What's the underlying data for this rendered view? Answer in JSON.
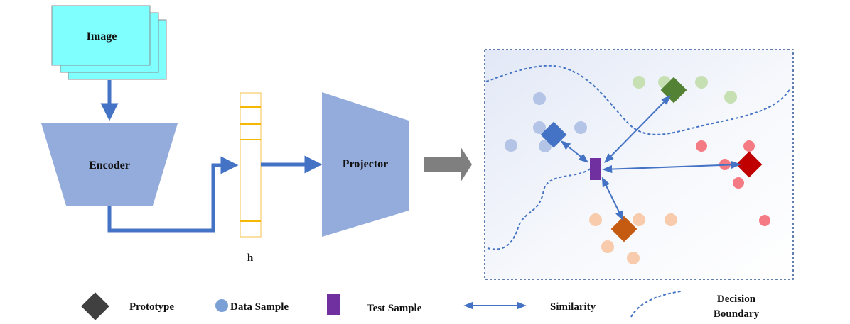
{
  "labels": {
    "image": "Image",
    "encoder": "Encoder",
    "projector": "Projector",
    "feature": "h"
  },
  "legend": {
    "prototype": "Prototype",
    "data_sample": "Data Sample",
    "test_sample": "Test Sample",
    "similarity": "Similarity",
    "decision_boundary_line1": "Decision",
    "decision_boundary_line2": "Boundary"
  },
  "colors": {
    "image_fill": "#80ffff",
    "encoder_fill": "#94acdc",
    "arrow_blue": "#4472c4",
    "feature_line": "#f5b800",
    "big_arrow": "#7f7f7f",
    "blue_class": "#4472c4",
    "blue_sample": "#b4c4e6",
    "green_class": "#548235",
    "green_sample": "#c6e0b4",
    "red_class": "#c00000",
    "red_sample": "#f47a84",
    "orange_class": "#c55a11",
    "orange_sample": "#f8cbad",
    "test_sample": "#7030a0",
    "prototype_legend": "#404040",
    "data_sample_legend": "#7aa0d6"
  }
}
